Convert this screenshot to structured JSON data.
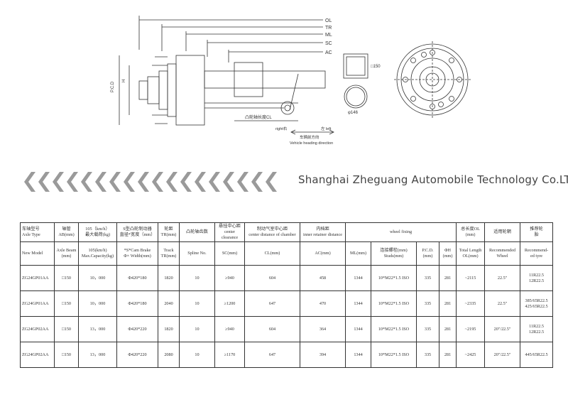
{
  "drawing": {
    "dims": {
      "ol": "OL",
      "tr": "TR",
      "ml": "ML",
      "sc": "SC",
      "ac": "AC"
    },
    "pcd": "P.C.D",
    "h": "H",
    "beam_square": "□150",
    "beam_round": "φ146",
    "cam_length": "凸轮轴长度CL",
    "right": "right右",
    "left": "左 left",
    "heading_cn": "车辆前方向",
    "heading_en": "Vehicle heading direction"
  },
  "company": "Shanghai Zheguang Automobile Technology Co.LTD",
  "table": {
    "header_cn": [
      "车轴型号",
      "轴管",
      "105（km/h）",
      "S型凸轮制动器",
      "轮距",
      "凸轮轴齿数",
      "悬挂中心距",
      "制动气室中心距",
      "内档距",
      "wheel fixing",
      "总长度OL",
      "适用轮辋",
      "推荐轮胎"
    ],
    "header_en": [
      "Axle Type",
      "",
      "",
      "",
      "",
      "",
      "",
      "",
      "",
      "",
      "",
      "",
      ""
    ],
    "header2": [
      "New Model",
      "Axle Beam（mm）",
      "105(km/h) Max.Capacity(kg)",
      "*S*Cam Brake Φ×Width(mm)",
      "Track TR(mm)",
      "Spline No.",
      "SC(mm)",
      "CL(mm)",
      "AC(mm)",
      "ML(mm)",
      "连接螺栓(mm) Studs(mm)",
      "P.C.D. (mm)",
      "ΦH (mm)",
      "Total Length OL(mm)",
      "Recommended Wheel",
      "Recommended tyre"
    ],
    "header_r1": {
      "model_cn": "车轴型号",
      "model_en": "Axle Type",
      "beam": "轴管",
      "beam_en": "AB(mm)",
      "cap": "105（km/h）",
      "cap_cn": "最大载荷(kg)",
      "brake": "S型凸轮制动器",
      "brake_cn": "直径*宽度（mm）",
      "track": "轮距",
      "track_en": "TR(mm)",
      "spline": "凸轮轴齿数",
      "sc": "悬挂中心距",
      "sc_en": "center clearance",
      "cl": "制动气室中心距",
      "cl_en": "center distance of chamber",
      "ac": "内档距",
      "ac_en": "inner retainer distance",
      "fix": "wheel fixing",
      "ol": "总长度OL",
      "ol_en": "(mm)",
      "wheel": "适用轮辋",
      "tyre": "推荐轮",
      "tyre2": "胎"
    },
    "header_r2": {
      "model": "New Model",
      "beam": "Axle Beam",
      "beam2": "(mm)",
      "cap": "105(km/h)",
      "cap2": "Max.Capacity(kg)",
      "brake": "*S*Cam Brake",
      "brake2": "Φ× Width(mm)",
      "track": "Track",
      "track2": "TR(mm)",
      "spline": "Spline No.",
      "sc": "SC(mm)",
      "cl": "CL(mm)",
      "ac": "AC(mm)",
      "ml": "ML(mm)",
      "studs": "连接螺栓(mm)",
      "studs2": "Studs(mm)",
      "pcd": "P.C.D.",
      "pcd2": "(mm)",
      "h": "ΦH",
      "h2": "(mm)",
      "ol": "Total Length",
      "ol2": "OL(mm)",
      "wheel": "Recommended",
      "wheel2": "Wheel",
      "tyre": "Recommend-",
      "tyre2": "ed tyre"
    },
    "rows": [
      {
        "model": "ZG24GP01AA",
        "beam": "□150",
        "cap": "10，000",
        "brake": "Φ420*180",
        "track": "1820",
        "spline": "10",
        "sc": "≥940",
        "cl": "604",
        "ac": "458",
        "ml": "1344",
        "studs": "10*M22*1.5 ISO",
        "pcd": "335",
        "h": "281",
        "ol": "~2115",
        "wheel": "22.5\"",
        "tyre1": "11R22.5",
        "tyre2": "12R22.5"
      },
      {
        "model": "ZG24GP01AA",
        "beam": "□150",
        "cap": "10，000",
        "brake": "Φ420*180",
        "track": "2040",
        "spline": "10",
        "sc": "≥1200",
        "cl": "647",
        "ac": "470",
        "ml": "1344",
        "studs": "10*M22*1.5 ISO",
        "pcd": "335",
        "h": "281",
        "ol": "~2335",
        "wheel": "22.5\"",
        "tyre1": "385/65R22.5",
        "tyre2": "425/65R22.5"
      },
      {
        "model": "ZG24GP02AA",
        "beam": "□150",
        "cap": "13，000",
        "brake": "Φ420*220",
        "track": "1820",
        "spline": "10",
        "sc": "≥940",
        "cl": "604",
        "ac": "364",
        "ml": "1344",
        "studs": "10*M22*1.5 ISO",
        "pcd": "335",
        "h": "281",
        "ol": "~2195",
        "wheel": "20\"/22.5\"",
        "tyre1": "11R22.5",
        "tyre2": "12R22.5"
      },
      {
        "model": "ZG24GP02AA",
        "beam": "□150",
        "cap": "13，000",
        "brake": "Φ420*220",
        "track": "2080",
        "spline": "10",
        "sc": "≥1170",
        "cl": "647",
        "ac": "394",
        "ml": "1344",
        "studs": "10*M22*1.5 ISO",
        "pcd": "335",
        "h": "281",
        "ol": "~2425",
        "wheel": "20\"/22.5\"",
        "tyre1": "445/65R22.5",
        "tyre2": ""
      }
    ]
  }
}
